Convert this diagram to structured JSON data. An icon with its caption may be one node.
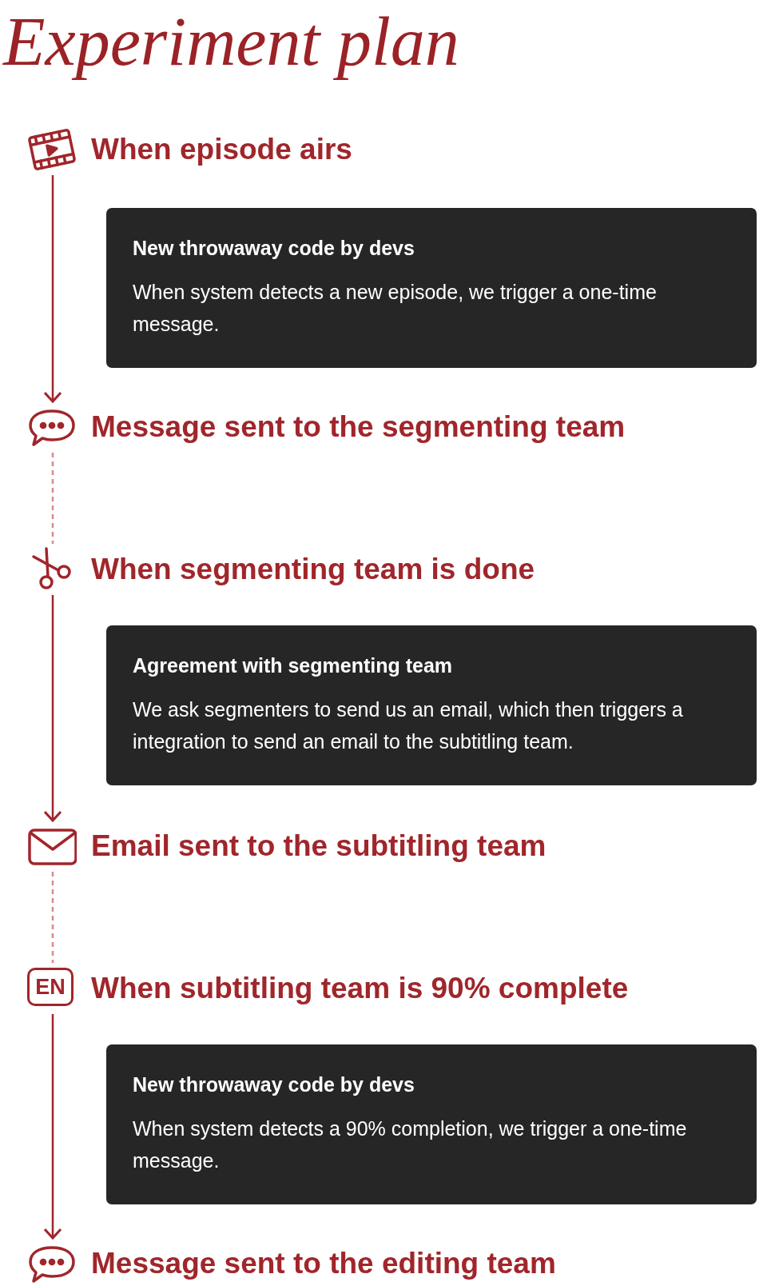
{
  "diagram": {
    "title": "Experiment plan",
    "nodes": [
      {
        "text": [
          "When episode airs"
        ]
      },
      {
        "text": [
          "New throwaway code by devs",
          "When system detects a new episode, we trigger a one-time message."
        ]
      },
      {
        "text": [
          "Message sent to the segmenting team"
        ]
      },
      {
        "text": [
          "When segmenting team is done"
        ]
      },
      {
        "text": [
          "Agreement with segmenting team",
          "We ask segmenters to send us an email, which then triggers a integration to send an email to the subtitling team."
        ]
      },
      {
        "text": [
          "Email sent to the subtitling team"
        ]
      },
      {
        "text": [
          "When subtitling team is 90% complete"
        ]
      },
      {
        "text": [
          "New throwaway code by devs",
          "When system detects a 90% completion, we trigger a one-time message."
        ]
      },
      {
        "text": [
          "Message sent to the editing team"
        ]
      }
    ],
    "edges": [
      {
        "from": 0,
        "to": 2,
        "arrow": "to"
      },
      {
        "from": 2,
        "to": 3,
        "arrow": "none",
        "style": "dashed",
        "color": "#d98a8e"
      },
      {
        "from": 3,
        "to": 5,
        "arrow": "to"
      },
      {
        "from": 5,
        "to": 6,
        "arrow": "none",
        "style": "dashed",
        "color": "#d98a8e"
      },
      {
        "from": 6,
        "to": 8,
        "arrow": "to"
      }
    ],
    "labels": [
      "EN"
    ]
  }
}
